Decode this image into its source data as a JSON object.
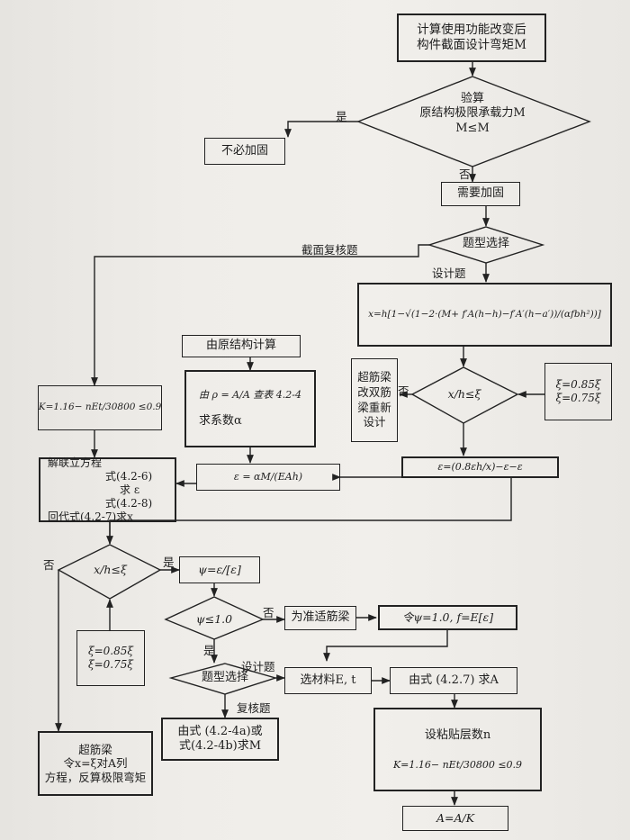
{
  "nodes": {
    "start": {
      "line1": "计算使用功能改变后",
      "line2": "构件截面设计弯矩M"
    },
    "check": {
      "line1": "验算",
      "line2": "原结构极限承载力M",
      "line3": "M≤M"
    },
    "no_reinforce": {
      "text": "不必加固"
    },
    "need_reinforce": {
      "text": "需要加固"
    },
    "type_select": {
      "text": "题型选择"
    },
    "x_formula": {
      "text": "x=h[1−√(1−2·(M+ f′A(h−h)−f′A′(h−a′))/(αfbh²))]"
    },
    "orig_calc": {
      "text": "由原结构计算"
    },
    "rho_box": {
      "line1": "由 ρ = A/A   查表 4.2-4",
      "line2": "求系数α"
    },
    "xi_params_right": {
      "line1": "ξ=0.85ξ",
      "line2": "ξ=0.75ξ"
    },
    "super_redesign": {
      "text": "超筋梁改双筋梁重新设计"
    },
    "x_check_right": {
      "text": "x/h≤ξ"
    },
    "km_left": {
      "text": "K=1.16− nEt/30800 ≤0.9"
    },
    "solve_box": {
      "line1": "解联立方程",
      "line2": "式(4.2-6)",
      "line3": "求 ε",
      "line4": "式(4.2-8)",
      "line5": "回代式(4.2-7)求x"
    },
    "eps_i": {
      "text": "ε = αM/(EAh)"
    },
    "eps_f": {
      "text": "ε=(0.8εh/x)−ε−ε"
    },
    "x_check_left": {
      "text": "x/h≤ξ"
    },
    "psi_box": {
      "text": "ψ=ε/[ε]"
    },
    "psi_check": {
      "text": "ψ≤1.0"
    },
    "appropriate": {
      "text": "为准适筋梁"
    },
    "set_psi": {
      "text": "令ψ=1.0, f=E[ε]"
    },
    "xi_params_left": {
      "line1": "ξ=0.85ξ",
      "line2": "ξ=0.75ξ"
    },
    "type_select2": {
      "text": "题型选择"
    },
    "select_material": {
      "text": "选材料E, t"
    },
    "calc_afe": {
      "text": "由式 (4.2.7) 求A"
    },
    "from_formula": {
      "line1": "由式 (4.2-4a)或",
      "line2": "式(4.2-4b)求M"
    },
    "layers_box": {
      "line1": "设粘贴层数n",
      "line2": "K=1.16− nEt/30800 ≤0.9"
    },
    "super_left": {
      "line1": "超筋梁",
      "line2": "令x=ξ对A列",
      "line3": "方程，反算极限弯矩"
    },
    "af_box": {
      "text": "A=A/K"
    }
  },
  "labels": {
    "yes1": "是",
    "no1": "否",
    "section_check": "截面复核题",
    "design_q": "设计题",
    "no_right": "否",
    "no_left": "否",
    "yes_left": "是",
    "no_psi": "否",
    "yes_psi": "是",
    "design_q2": "设计题",
    "review_q": "复核题"
  }
}
